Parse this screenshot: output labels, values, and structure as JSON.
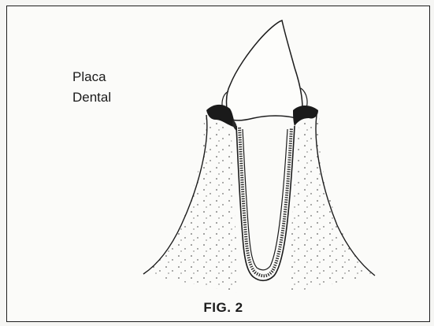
{
  "figure": {
    "label_line1": "Placa",
    "label_line2": "Dental",
    "caption": "FIG. 2"
  }
}
